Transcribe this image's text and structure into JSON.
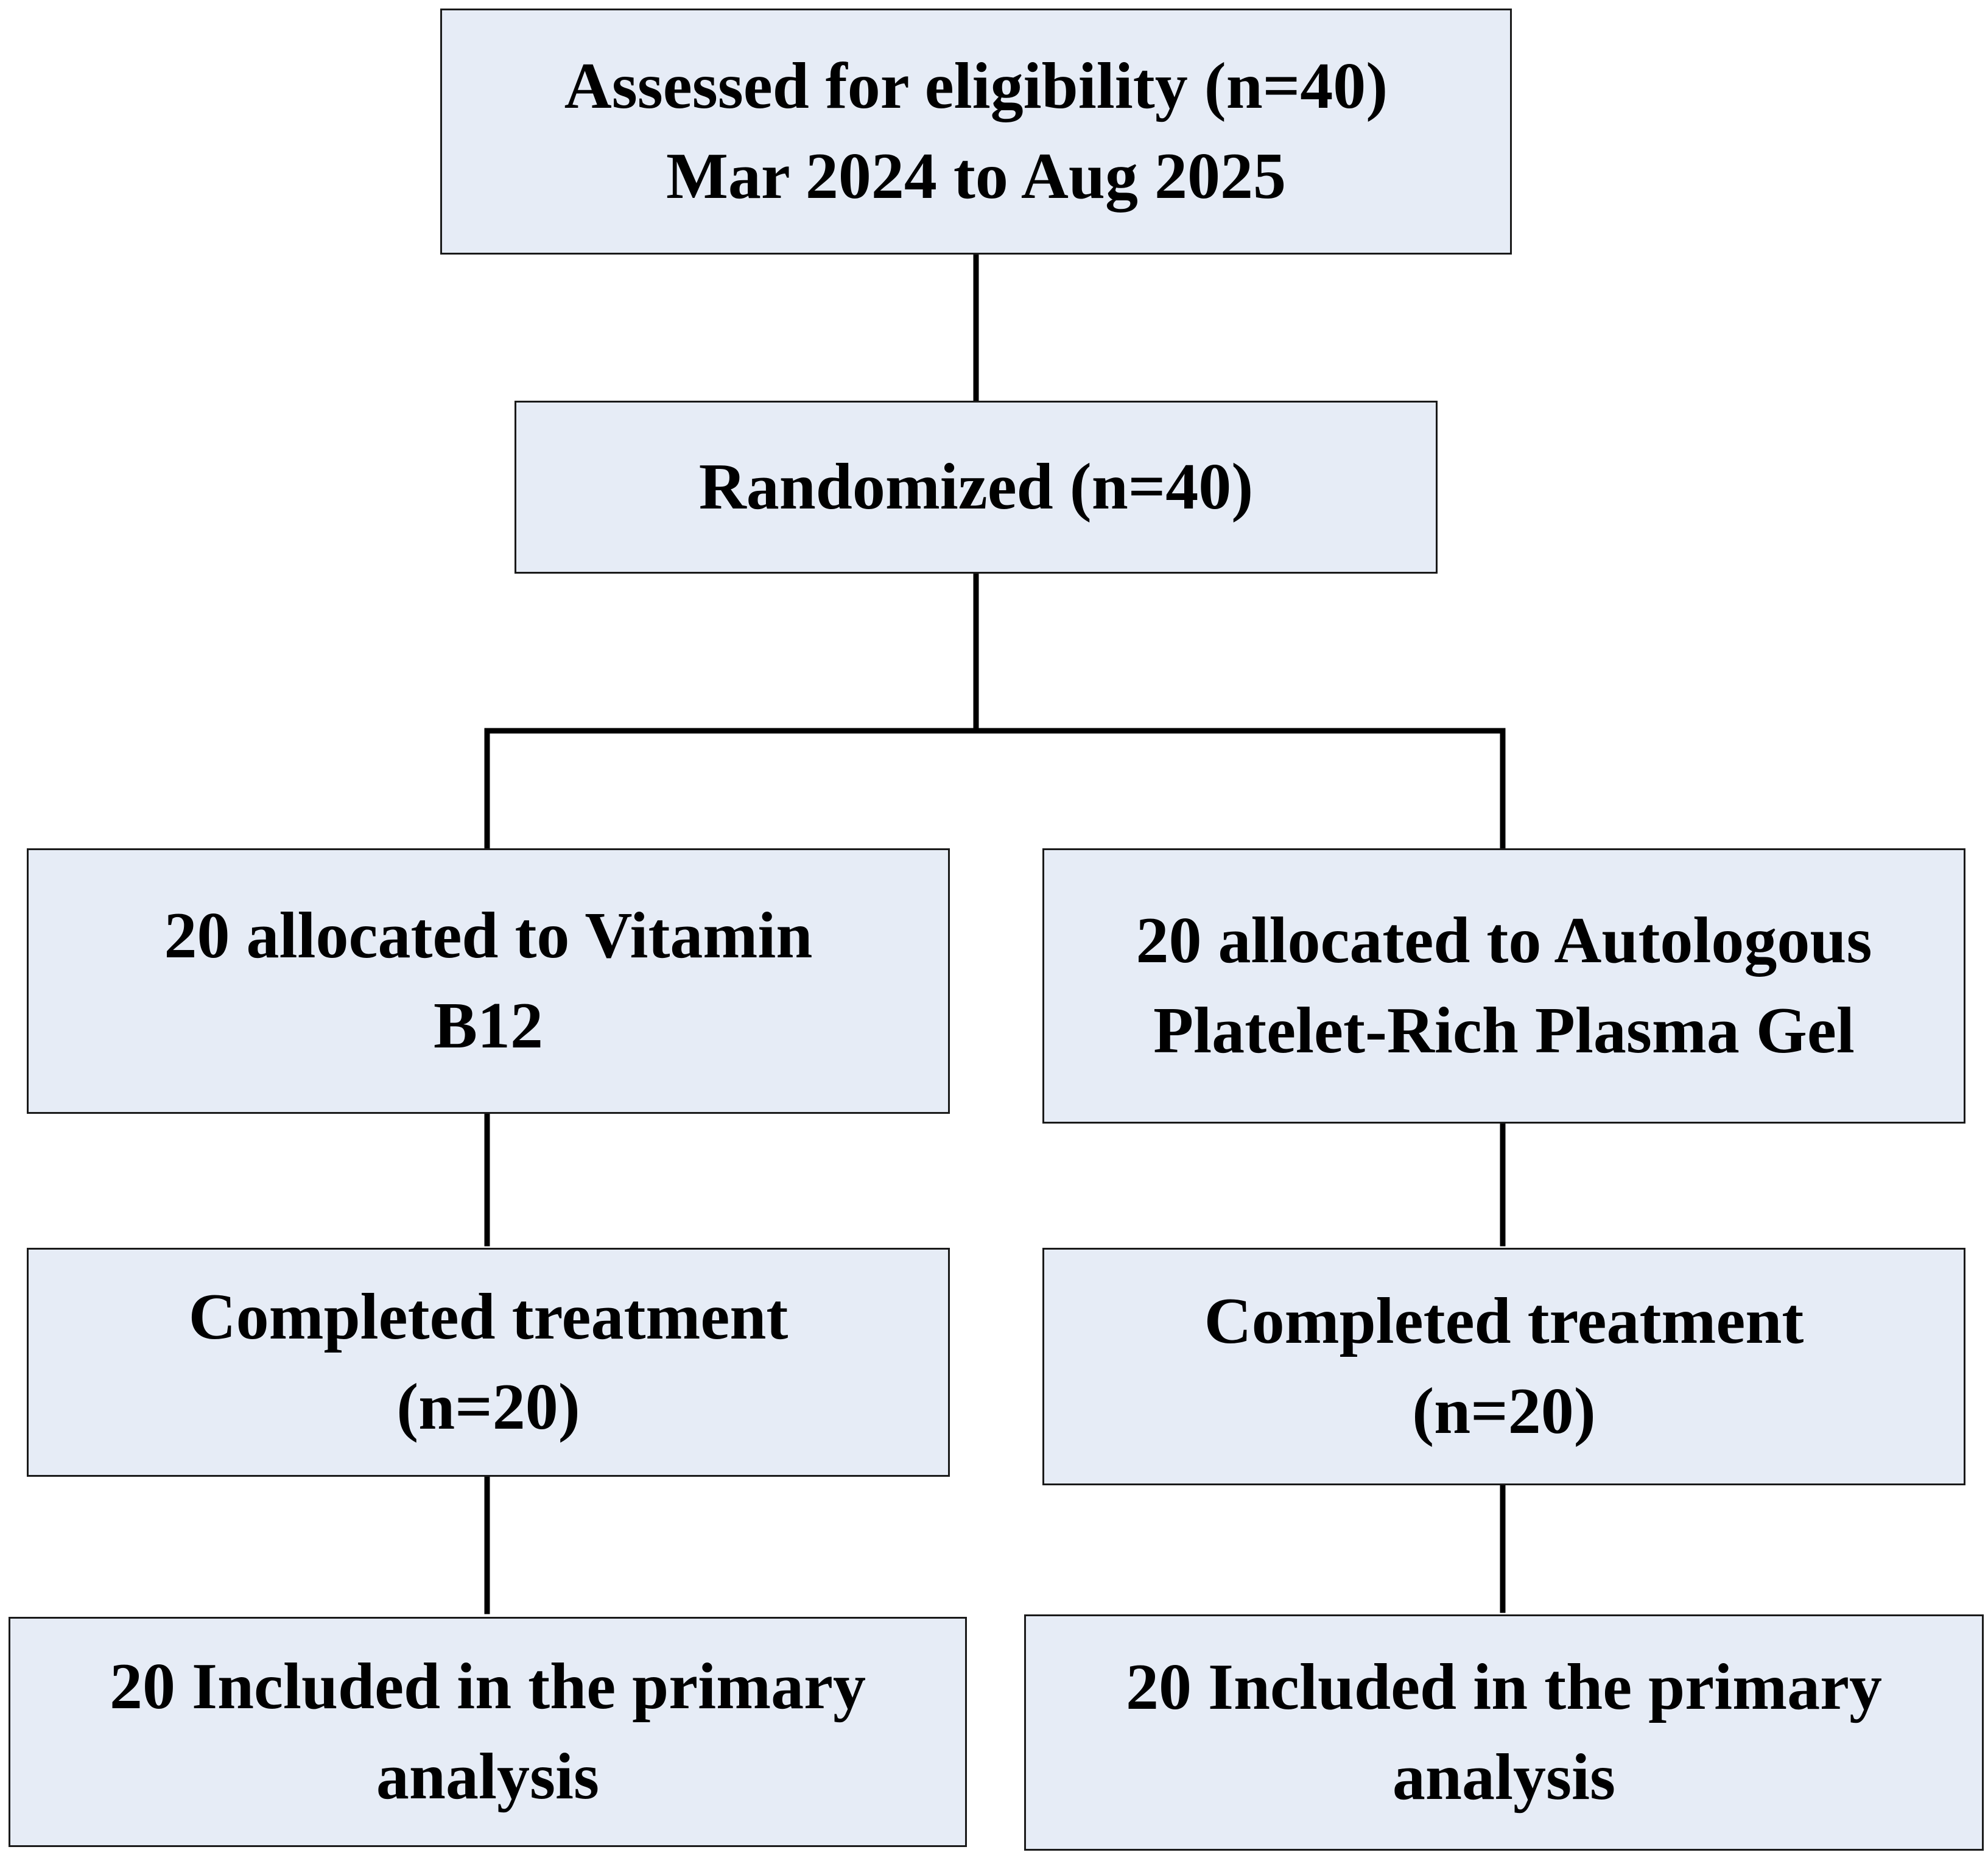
{
  "flowchart": {
    "eligibility": {
      "line1": "Assessed for eligibility (n=40)",
      "line2": "Mar 2024 to Aug 2025"
    },
    "randomized": {
      "line1": "Randomized (n=40)"
    },
    "allocation_left": {
      "line1": "20 allocated to Vitamin",
      "line2": "B12"
    },
    "allocation_right": {
      "line1": "20 allocated to Autologous",
      "line2": "Platelet-Rich Plasma Gel"
    },
    "completed_left": {
      "line1": "Completed treatment",
      "line2": "(n=20)"
    },
    "completed_right": {
      "line1": "Completed treatment",
      "line2": "(n=20)"
    },
    "analysis_left": {
      "line1": "20 Included in the primary",
      "line2": "analysis"
    },
    "analysis_right": {
      "line1": "20 Included in the primary",
      "line2": "analysis"
    }
  }
}
